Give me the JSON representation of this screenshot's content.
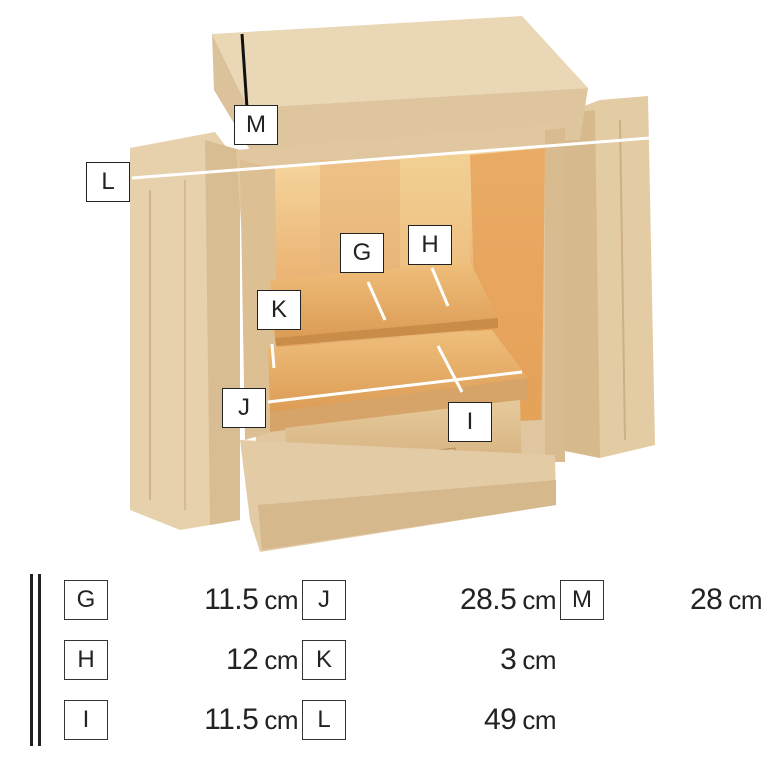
{
  "callouts": [
    {
      "id": "M",
      "label": "M"
    },
    {
      "id": "L",
      "label": "L"
    },
    {
      "id": "G",
      "label": "G"
    },
    {
      "id": "H",
      "label": "H"
    },
    {
      "id": "K",
      "label": "K"
    },
    {
      "id": "J",
      "label": "J"
    },
    {
      "id": "I",
      "label": "I"
    }
  ],
  "dimensions": [
    {
      "key": "G",
      "value": "11.5",
      "unit": "cm"
    },
    {
      "key": "H",
      "value": "12",
      "unit": "cm"
    },
    {
      "key": "I",
      "value": "11.5",
      "unit": "cm"
    },
    {
      "key": "J",
      "value": "28.5",
      "unit": "cm"
    },
    {
      "key": "K",
      "value": "3",
      "unit": "cm"
    },
    {
      "key": "L",
      "value": "49",
      "unit": "cm"
    },
    {
      "key": "M",
      "value": "28",
      "unit": "cm"
    }
  ],
  "colors": {
    "wood_light": "#e8d2ad",
    "wood_mid": "#d9bb8a",
    "interior": "#e9a85a",
    "shelf": "#e2a660",
    "measure_line": "#ffffff",
    "text": "#222222"
  }
}
